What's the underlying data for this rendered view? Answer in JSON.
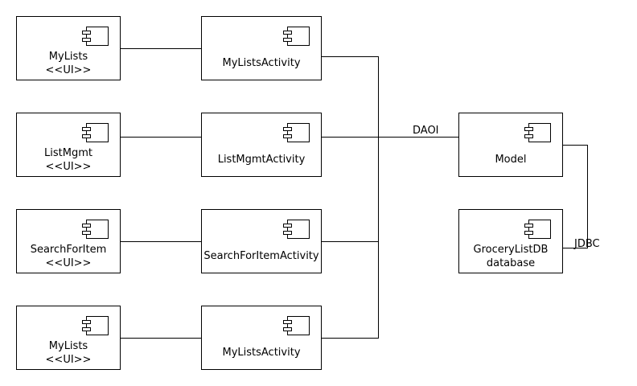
{
  "components": {
    "mylists_ui_1": {
      "name": "MyLists",
      "stereotype": "<<UI>>"
    },
    "listmgmt_ui": {
      "name": "ListMgmt",
      "stereotype": "<<UI>>"
    },
    "searchforitem_ui": {
      "name": "SearchForItem",
      "stereotype": "<<UI>>"
    },
    "mylists_ui_2": {
      "name": "MyLists",
      "stereotype": "<<UI>>"
    },
    "mylists_act_1": {
      "name": "MyListsActivity"
    },
    "listmgmt_act": {
      "name": "ListMgmtActivity"
    },
    "searchforitem_act": {
      "name": "SearchForItemActivity"
    },
    "mylists_act_2": {
      "name": "MyListsActivity"
    },
    "model": {
      "name": "Model"
    },
    "database": {
      "name": "GroceryListDB",
      "stereotype": "database"
    }
  },
  "connectors": {
    "daoi": "DAOI",
    "jdbc": "JDBC"
  },
  "icons": {
    "component": "uml-component-icon"
  },
  "colors": {
    "stroke": "#000000",
    "background": "#ffffff"
  }
}
